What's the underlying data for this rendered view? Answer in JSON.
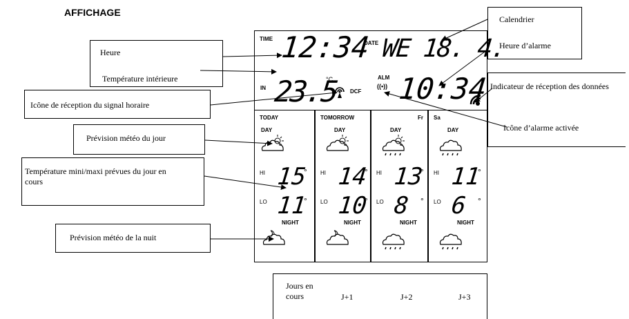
{
  "title": "AFFICHAGE",
  "callouts": {
    "heure": "Heure",
    "temp_int": "Température intérieure",
    "signal": "Icône de réception du signal horaire",
    "prev_jour": "Prévision météo du jour",
    "temp_minmax": "Température mini/maxi prévues du jour en cours",
    "prev_nuit": "Prévision météo de la nuit",
    "calendrier": "Calendrier",
    "heure_alarme": "Heure d’alarme",
    "indicateur": "Indicateur de réception des données",
    "alarme_activee": "Icône d’alarme activée"
  },
  "lcd": {
    "time_label": "TIME",
    "time": "12:34",
    "date_label": "DATE",
    "date": "WE 18. 4.",
    "in_label": "IN",
    "temp_in": "23.5",
    "temp_unit": "°C",
    "dcf": "DCF",
    "alm": "ALM",
    "alarm_icon": "((•))",
    "alarm_time": "10:34"
  },
  "days": [
    {
      "name": "TODAY",
      "day_label": "DAY",
      "hi": "15",
      "lo": "11",
      "night_label": "NIGHT",
      "hi_label": "HI",
      "lo_label": "LO",
      "deg": "°"
    },
    {
      "name": "TOMORROW",
      "day_label": "DAY",
      "hi": "14",
      "lo": "10",
      "night_label": "NIGHT",
      "hi_label": "HI",
      "lo_label": "LO",
      "deg": "°"
    },
    {
      "name": "Fr",
      "day_label": "DAY",
      "hi": "13",
      "lo": "8",
      "night_label": "NIGHT",
      "hi_label": "HI",
      "lo_label": "LO",
      "deg": "°"
    },
    {
      "name": "Sa",
      "day_label": "DAY",
      "hi": "11",
      "lo": "6",
      "night_label": "NIGHT",
      "hi_label": "HI",
      "lo_label": "LO",
      "deg": "°"
    }
  ],
  "legend": {
    "j0": "Jours en cours",
    "j1": "J+1",
    "j2": "J+2",
    "j3": "J+3"
  }
}
